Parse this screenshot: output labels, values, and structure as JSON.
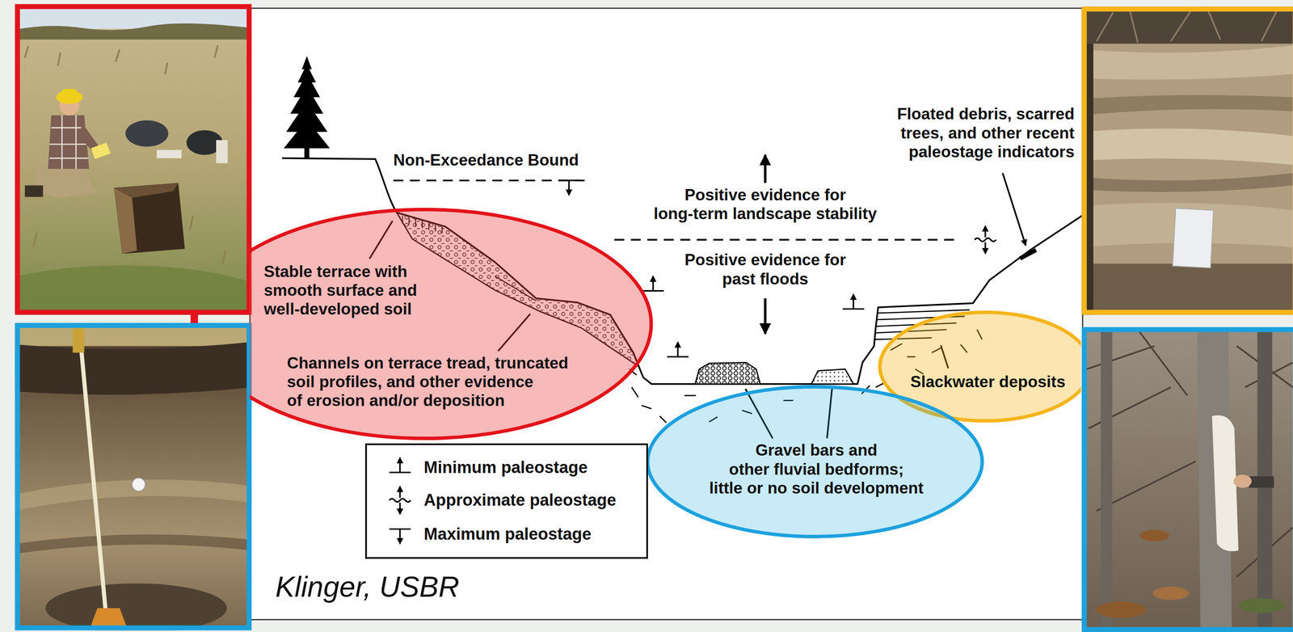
{
  "diagram": {
    "nodes": [
      {
        "text": [
          "Stable terrace with smooth surface and well-developed soil",
          "Channels on terrace tread, truncated soil profiles, and other evidence of erosion and/or deposition"
        ]
      },
      {
        "text": [
          "Slackwater deposits"
        ]
      },
      {
        "text": [
          "Gravel bars and other fluvial bedforms; little or no soil development"
        ]
      }
    ],
    "labels": [
      "Non-Exceedance Bound",
      "Positive evidence for long-term landscape stability",
      "Positive evidence for past floods",
      "Floated debris, scarred trees, and other recent paleostage indicators",
      "Klinger, USBR"
    ],
    "legend": [
      {
        "text": "Minimum paleostage"
      },
      {
        "text": "Approximate paleostage"
      },
      {
        "text": "Maximum paleostage"
      }
    ]
  }
}
